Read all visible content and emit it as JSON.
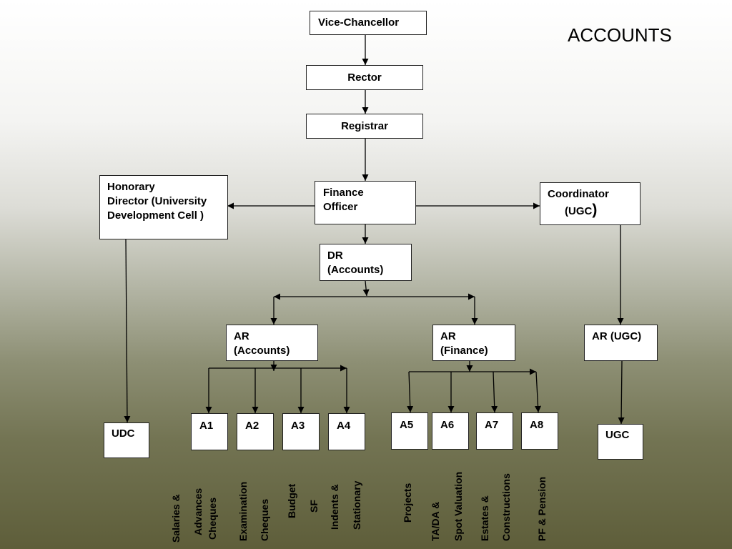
{
  "title": "ACCOUNTS",
  "nodes": {
    "vice_chancellor": "Vice-Chancellor",
    "rector": "Rector",
    "registrar": "Registrar",
    "finance_officer": "Finance\nOfficer",
    "honorary_director": "Honorary\nDirector (University\nDevelopment Cell )",
    "coordinator_line1": "Coordinator",
    "coordinator_line2": "(UGC",
    "coordinator_paren": ")",
    "dr_accounts": "DR\n(Accounts)",
    "ar_accounts": "AR\n(Accounts)",
    "ar_finance": "AR\n(Finance)",
    "ar_ugc": "AR (UGC)",
    "udc": "UDC",
    "ugc": "UGC",
    "a1": "A1",
    "a2": "A2",
    "a3": "A3",
    "a4": "A4",
    "a5": "A5",
    "a6": "A6",
    "a7": "A7",
    "a8": "A8"
  },
  "duties": {
    "a1_line1": "Salaries &",
    "a1_line2": "Advances",
    "a1_line3": "Cheques",
    "a2_line1": "Examination",
    "a2_line2": "Cheques",
    "a3_line1": "Budget",
    "a3_line2": "SF",
    "a4_line1": "Indents &",
    "a4_line2": "Stationary",
    "a5_line1": "Projects",
    "a6_line1": "TA/DA &",
    "a6_line2": "Spot Valuation",
    "a7_line1": "Estates &",
    "a7_line2": "Constructions",
    "a8_line1": "PF & Pension"
  }
}
